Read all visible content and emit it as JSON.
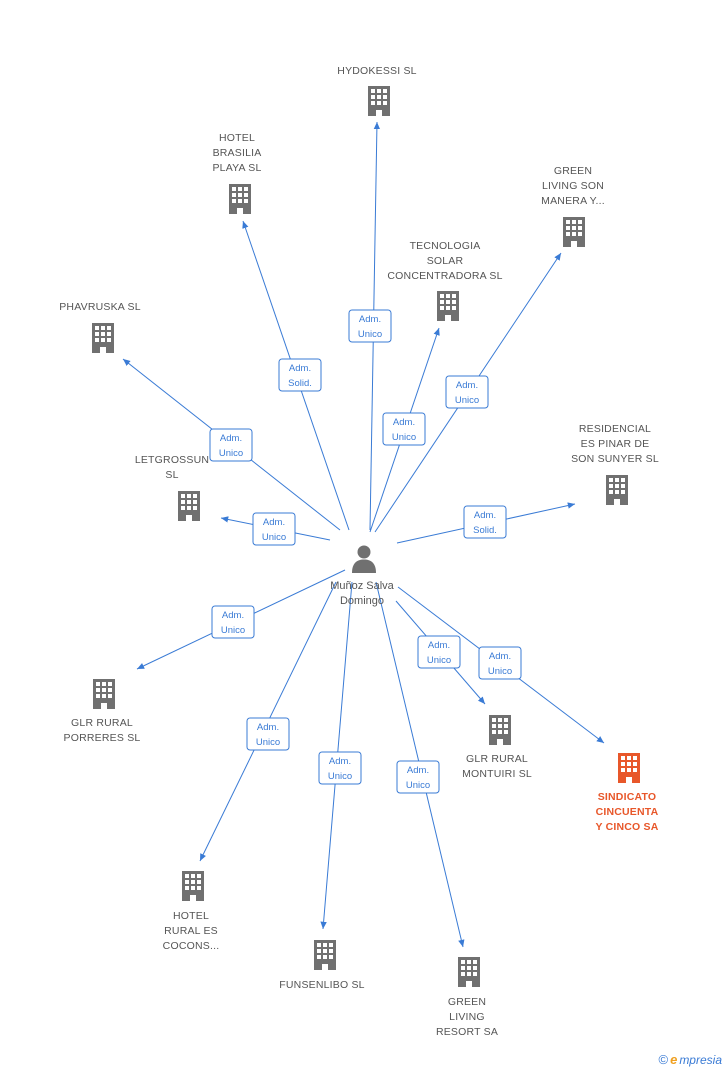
{
  "center": {
    "name_lines": [
      "Muñoz Salva",
      "Domingo"
    ],
    "icon": "person-icon"
  },
  "colors": {
    "edge": "#3a7bd5",
    "building": "#707070",
    "highlight": "#e8572a"
  },
  "nodes": [
    {
      "id": "hydokessi",
      "lines": [
        "HYDOKESSI  SL"
      ],
      "role_lines": [
        "Adm.",
        "Unico"
      ],
      "highlight": false
    },
    {
      "id": "hotel-brasilia",
      "lines": [
        "HOTEL",
        "BRASILIA",
        "PLAYA SL"
      ],
      "role_lines": [
        "Adm.",
        "Solid."
      ],
      "highlight": false
    },
    {
      "id": "green-living-son",
      "lines": [
        "GREEN",
        "LIVING SON",
        "MANERA Y..."
      ],
      "role_lines": [
        "Adm.",
        "Unico"
      ],
      "highlight": false
    },
    {
      "id": "tecnologia-solar",
      "lines": [
        "TECNOLOGIA",
        "SOLAR",
        "CONCENTRADORA SL"
      ],
      "role_lines": [
        "Adm.",
        "Unico"
      ],
      "highlight": false
    },
    {
      "id": "phavruska",
      "lines": [
        "PHAVRUSKA  SL"
      ],
      "role_lines": [
        "Adm.",
        "Unico"
      ],
      "highlight": false
    },
    {
      "id": "letgrossun",
      "lines": [
        "LETGROSSUN",
        "SL"
      ],
      "role_lines": [
        "Adm.",
        "Unico"
      ],
      "highlight": false
    },
    {
      "id": "residencial",
      "lines": [
        "RESIDENCIAL",
        "ES PINAR DE",
        "SON SUNYER SL"
      ],
      "role_lines": [
        "Adm.",
        "Solid."
      ],
      "highlight": false
    },
    {
      "id": "glr-porreres",
      "lines": [
        "GLR RURAL",
        "PORRERES SL"
      ],
      "role_lines": [
        "Adm.",
        "Unico"
      ],
      "highlight": false
    },
    {
      "id": "glr-montuiri",
      "lines": [
        "GLR RURAL",
        "MONTUIRI SL"
      ],
      "role_lines": [
        "Adm.",
        "Unico"
      ],
      "highlight": false
    },
    {
      "id": "sindicato",
      "lines": [
        "SINDICATO",
        "CINCUENTA",
        "Y CINCO SA"
      ],
      "role_lines": [
        "Adm.",
        "Unico"
      ],
      "highlight": true
    },
    {
      "id": "hotel-rural",
      "lines": [
        "HOTEL",
        "RURAL ES",
        "COCONS..."
      ],
      "role_lines": [
        "Adm.",
        "Unico"
      ],
      "highlight": false
    },
    {
      "id": "funsenlibo",
      "lines": [
        "FUNSENLIBO  SL"
      ],
      "role_lines": [
        "Adm.",
        "Unico"
      ],
      "highlight": false
    },
    {
      "id": "green-living-resort",
      "lines": [
        "GREEN",
        "LIVING",
        "RESORT SA"
      ],
      "role_lines": [
        "Adm.",
        "Unico"
      ],
      "highlight": false
    }
  ],
  "footer": {
    "copyright": "©",
    "brand_first": "e",
    "brand_rest": "mpresia"
  }
}
